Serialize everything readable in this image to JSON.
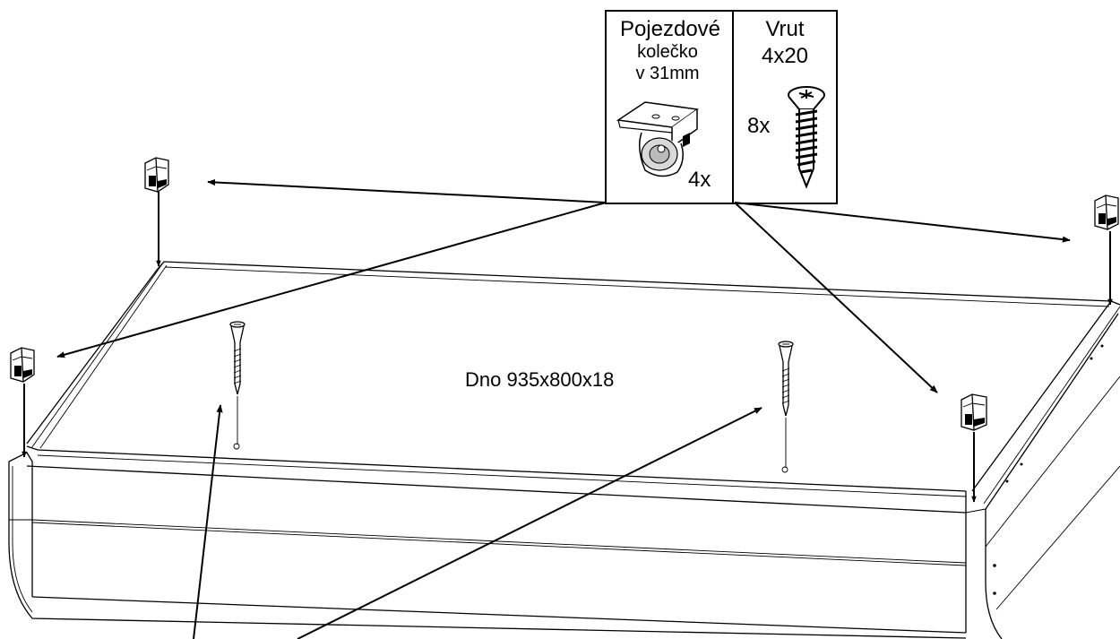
{
  "parts_table": {
    "caster": {
      "name_line1": "Pojezdové",
      "name_line2": "kolečko",
      "name_line3": "v 31mm",
      "quantity": "4x",
      "icon": "caster-wheel-icon"
    },
    "screw": {
      "name_line1": "Vrut",
      "name_line2": "4x20",
      "quantity": "8x",
      "icon": "wood-screw-icon"
    }
  },
  "board_label": "Dno 935x800x18"
}
